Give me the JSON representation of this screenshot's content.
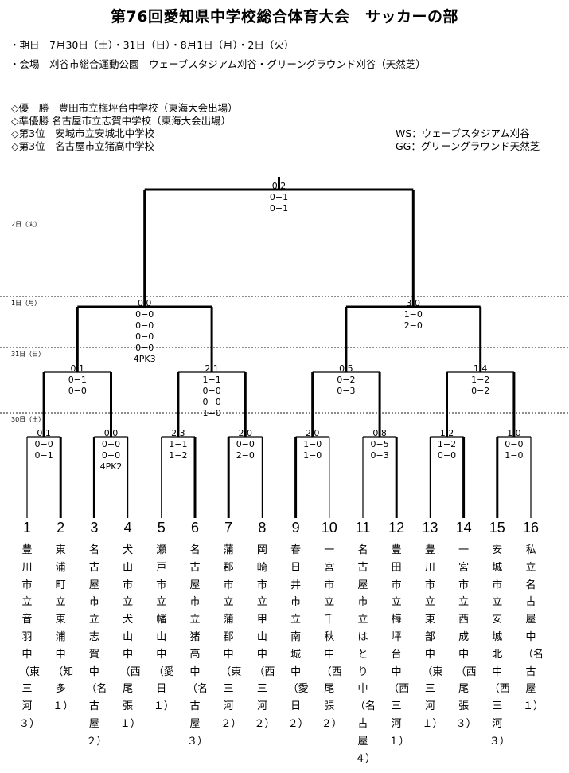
{
  "title": "第76回愛知県中学校総合体育大会　サッカーの部",
  "info": {
    "dates": "・期日　7月30日（土）・31日（日）・8月1日（月）・2日（火）",
    "venue": "・会場　刈谷市総合運動公園　ウェーブスタジアム刈谷・グリーングラウンド刈谷（天然芝）"
  },
  "results": [
    "◇優　勝　豊田市立梅坪台中学校（東海大会出場）",
    "◇準優勝 名古屋市立志賀中学校（東海大会出場）",
    "◇第3位　安城市立安城北中学校",
    "◇第3位　名古屋市立猪高中学校"
  ],
  "legend": [
    "WS：ウェーブスタジアム刈谷",
    "GG：グリーングラウンド天然芝"
  ],
  "day_labels": [
    "2日（火）",
    "1日（月）",
    "31日（日）",
    "30日（土）"
  ],
  "colors": {
    "line": "#000000",
    "divider": "#666666"
  },
  "teams": [
    {
      "num": "1",
      "name": "豊川市立音羽中（東三河３）"
    },
    {
      "num": "2",
      "name": "東浦町立東浦中（知多１）"
    },
    {
      "num": "3",
      "name": "名古屋市立志賀中（名古屋２）"
    },
    {
      "num": "4",
      "name": "犬山市立犬山中（西尾張１）"
    },
    {
      "num": "5",
      "name": "瀬戸市立幡山中（愛日１）"
    },
    {
      "num": "6",
      "name": "名古屋市立猪高中（名古屋３）"
    },
    {
      "num": "7",
      "name": "蒲郡市立蒲郡中（東三河２）"
    },
    {
      "num": "8",
      "name": "岡崎市立甲山中（西三河２）"
    },
    {
      "num": "9",
      "name": "春日井市立南城中（愛日２）"
    },
    {
      "num": "10",
      "name": "一宮市立千秋中（西尾張２）"
    },
    {
      "num": "11",
      "name": "名古屋市立はとり中（名古屋４）"
    },
    {
      "num": "12",
      "name": "豊田市立梅坪台中（西三河１）"
    },
    {
      "num": "13",
      "name": "豊川市立東部中（東三河１）"
    },
    {
      "num": "14",
      "name": "一宮市立西成中（西尾張３）"
    },
    {
      "num": "15",
      "name": "安城市立安城北中（西三河３）"
    },
    {
      "num": "16",
      "name": "私立名古屋中（名古屋１）"
    }
  ],
  "matches": {
    "r1": [
      {
        "score": "0 1",
        "halves": [
          "0−0",
          "0−1"
        ]
      },
      {
        "score": "0 0",
        "halves": [
          "0−0",
          "0−0",
          "4PK2"
        ]
      },
      {
        "score": "2 3",
        "halves": [
          "1−1",
          "1−2"
        ]
      },
      {
        "score": "2 0",
        "halves": [
          "0−0",
          "2−0"
        ]
      },
      {
        "score": "2 0",
        "halves": [
          "1−0",
          "1−0"
        ]
      },
      {
        "score": "0 8",
        "halves": [
          "0−5",
          "0−3"
        ]
      },
      {
        "score": "1 2",
        "halves": [
          "1−2",
          "0−0"
        ]
      },
      {
        "score": "1 0",
        "halves": [
          "0−0",
          "1−0"
        ]
      }
    ],
    "qf": [
      {
        "score": "0 1",
        "halves": [
          "0−1",
          "0−0"
        ]
      },
      {
        "score": "2 1",
        "halves": [
          "1−1",
          "0−0",
          "0−0",
          "1−0"
        ]
      },
      {
        "score": "0 5",
        "halves": [
          "0−2",
          "0−3"
        ]
      },
      {
        "score": "1 4",
        "halves": [
          "1−2",
          "0−2"
        ]
      }
    ],
    "sf": [
      {
        "score": "0 0",
        "halves": [
          "0−0",
          "0−0",
          "0−0",
          "0−0",
          "4PK3"
        ]
      },
      {
        "score": "3 0",
        "halves": [
          "1−0",
          "2−0"
        ]
      }
    ],
    "final": [
      {
        "score": "0 2",
        "halves": [
          "0−1",
          "0−1"
        ]
      }
    ]
  }
}
